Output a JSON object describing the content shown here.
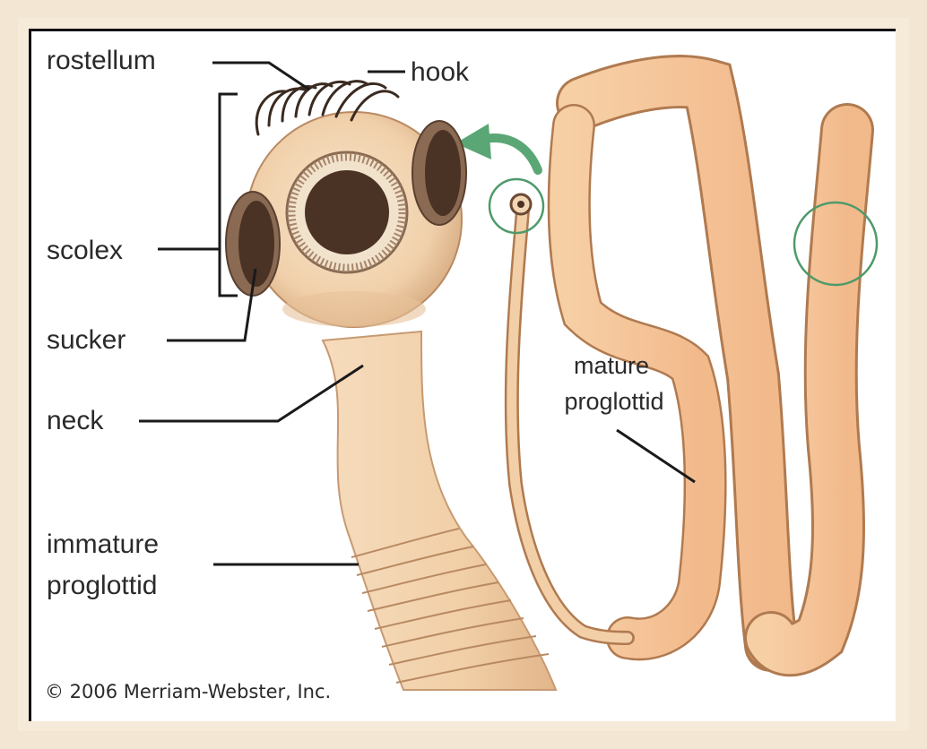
{
  "labels": {
    "rostellum": "rostellum",
    "hook": "hook",
    "scolex": "scolex",
    "sucker": "sucker",
    "neck": "neck",
    "immature_line1": "immature",
    "immature_line2": "proglottid",
    "mature_line1": "mature",
    "mature_line2": "proglottid"
  },
  "copyright": "© 2006 Merriam-Webster, Inc.",
  "colors": {
    "background": "#f3e6d2",
    "worm_body": "#f4c9a0",
    "worm_segment_line": "#b07a50",
    "scolex_skin": "#f3d7b4",
    "sucker_dark": "#4a3325",
    "highlight_circle": "#4e9a6a",
    "arrow": "#5aa775"
  }
}
